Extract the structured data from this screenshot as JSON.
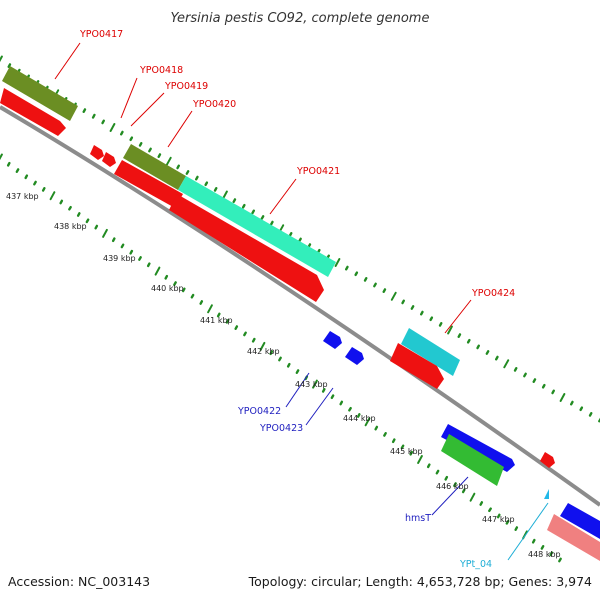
{
  "title": "Yersinia pestis CO92, complete genome",
  "footer": {
    "accession": "Accession: NC_003143",
    "summary": "Topology: circular; Length: 4,653,728 bp; Genes: 3,974"
  },
  "colors": {
    "backbone": "#8c8c8c",
    "tick_dots": "#228b22",
    "label_red": "#dd0000",
    "label_blue": "#1f1fbf",
    "label_cyan": "#1eaed6"
  },
  "kbp_labels": [
    "437 kbp",
    "438 kbp",
    "439 kbp",
    "440 kbp",
    "441 kbp",
    "442 kbp",
    "443 kbp",
    "444 kbp",
    "445 kbp",
    "446 kbp",
    "447 kbp",
    "448 kbp"
  ],
  "gene_labels": [
    {
      "id": "YPO0417",
      "color": "red"
    },
    {
      "id": "YPO0418",
      "color": "red"
    },
    {
      "id": "YPO0419",
      "color": "red"
    },
    {
      "id": "YPO0420",
      "color": "red"
    },
    {
      "id": "YPO0421",
      "color": "red"
    },
    {
      "id": "YPO0424",
      "color": "red"
    },
    {
      "id": "YPO0422",
      "color": "blue"
    },
    {
      "id": "YPO0423",
      "color": "blue"
    },
    {
      "id": "hmsT",
      "color": "blue"
    },
    {
      "id": "YPt_04",
      "color": "cyan"
    }
  ],
  "features": [
    {
      "name": "olive-gene-block-1",
      "fill": "#6b8e23"
    },
    {
      "name": "red-gene-block-1",
      "fill": "#ee1111"
    },
    {
      "name": "red-small-arrow-1",
      "fill": "#ee1111"
    },
    {
      "name": "red-small-arrow-2",
      "fill": "#ee1111"
    },
    {
      "name": "olive-gene-block-2",
      "fill": "#6b8e23"
    },
    {
      "name": "red-gene-block-2",
      "fill": "#ee1111"
    },
    {
      "name": "aquamarine-gene-block",
      "fill": "#33eebb"
    },
    {
      "name": "red-gene-block-3",
      "fill": "#ee1111"
    },
    {
      "name": "blue-small-arrow-1",
      "fill": "#1010ee"
    },
    {
      "name": "blue-small-arrow-2",
      "fill": "#1010ee"
    },
    {
      "name": "turquoise-gene-block",
      "fill": "#22c8d0"
    },
    {
      "name": "red-gene-block-4",
      "fill": "#ee1111"
    },
    {
      "name": "blue-gene-block-1",
      "fill": "#1010ee"
    },
    {
      "name": "green-gene-block",
      "fill": "#33bb33"
    },
    {
      "name": "red-small-arrow-3",
      "fill": "#ee1111"
    },
    {
      "name": "cyan-small-marker",
      "fill": "#22b8e8"
    },
    {
      "name": "blue-gene-block-2",
      "fill": "#1010ee"
    },
    {
      "name": "pink-gene-block",
      "fill": "#f08080"
    }
  ]
}
